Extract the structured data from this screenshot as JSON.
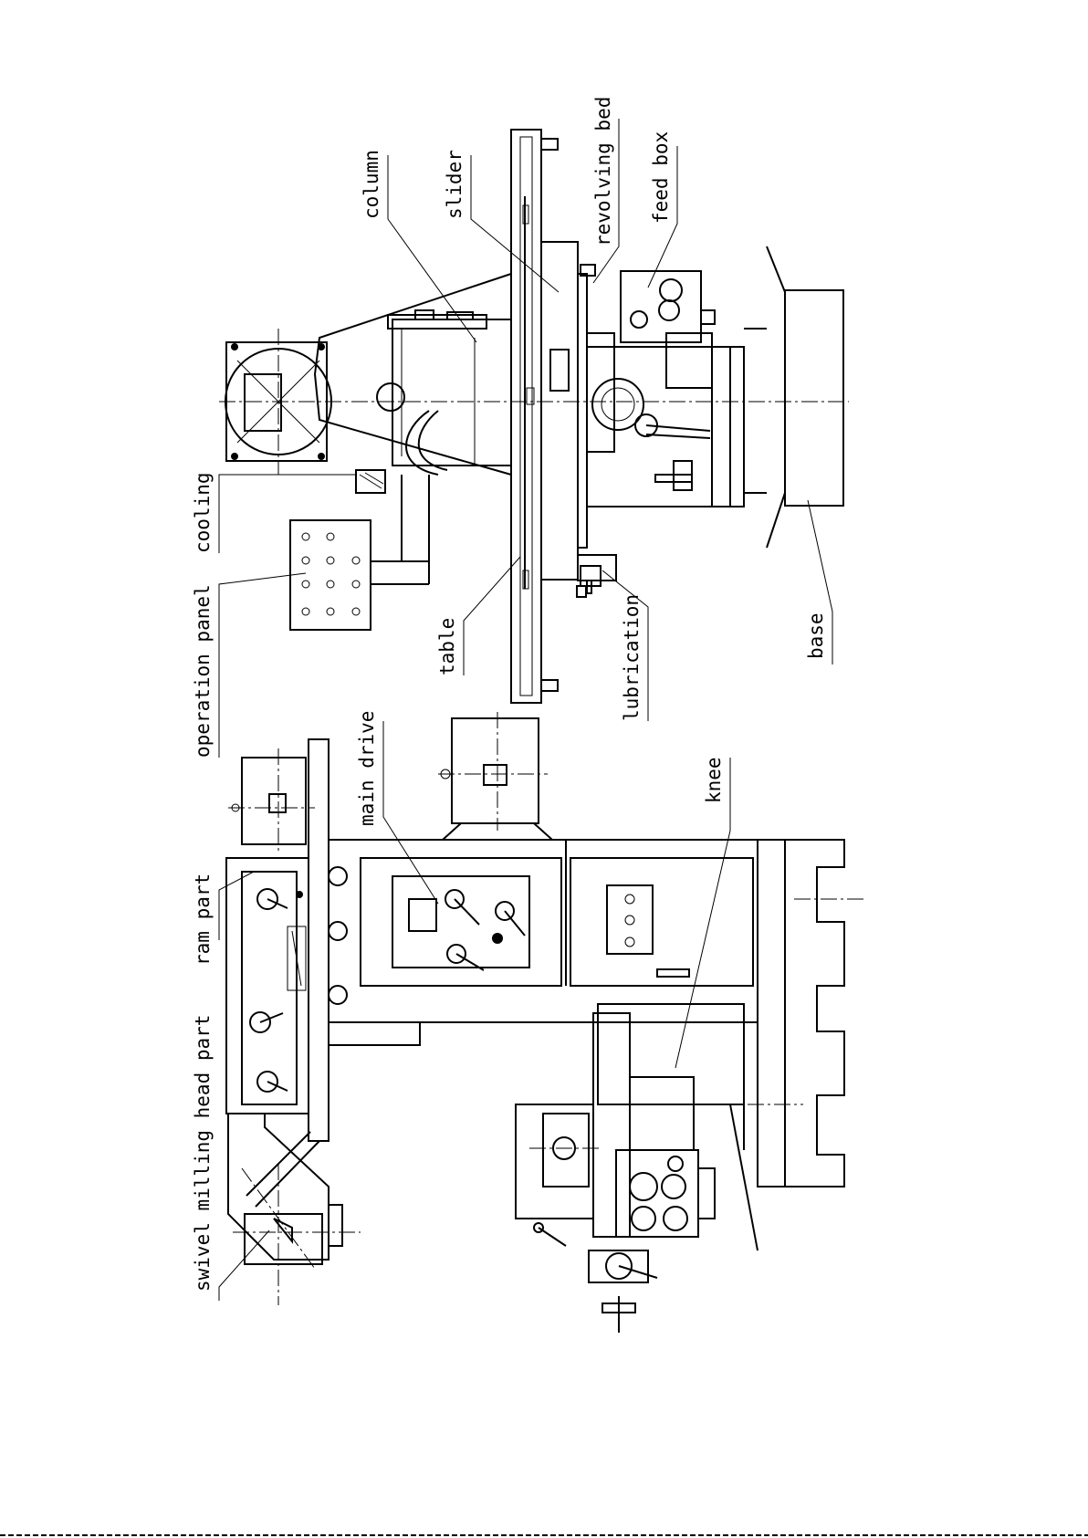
{
  "labels": {
    "column": "column",
    "slider": "slider",
    "revolving_bed": "revolving bed",
    "feed_box": "feed box",
    "cooling": "cooling",
    "operation_panel": "operation panel",
    "table": "table",
    "lubrication": "lubrication",
    "base": "base",
    "main_drive": "main drive",
    "knee": "knee",
    "ram_part": "ram part",
    "swivel_milling_head_part": "swivel milling head part"
  }
}
